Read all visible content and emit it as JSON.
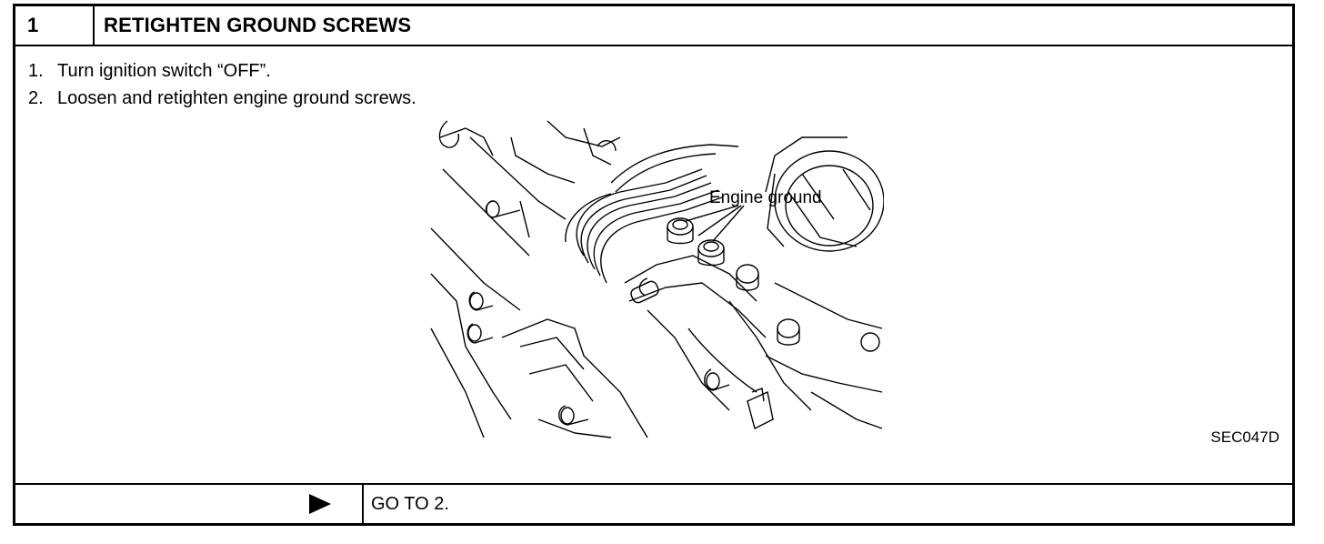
{
  "step": {
    "number": "1",
    "title": "RETIGHTEN GROUND SCREWS"
  },
  "instructions": [
    {
      "num": "1.",
      "text": "Turn ignition switch “OFF”."
    },
    {
      "num": "2.",
      "text": "Loosen and retighten engine ground screws."
    }
  ],
  "figure": {
    "callout_label": "Engine ground",
    "code": "SEC047D",
    "icon": "engine-ground-illustration"
  },
  "footer": {
    "arrow_icon": "right-triangle-arrow-icon",
    "goto_text": "GO TO 2."
  }
}
